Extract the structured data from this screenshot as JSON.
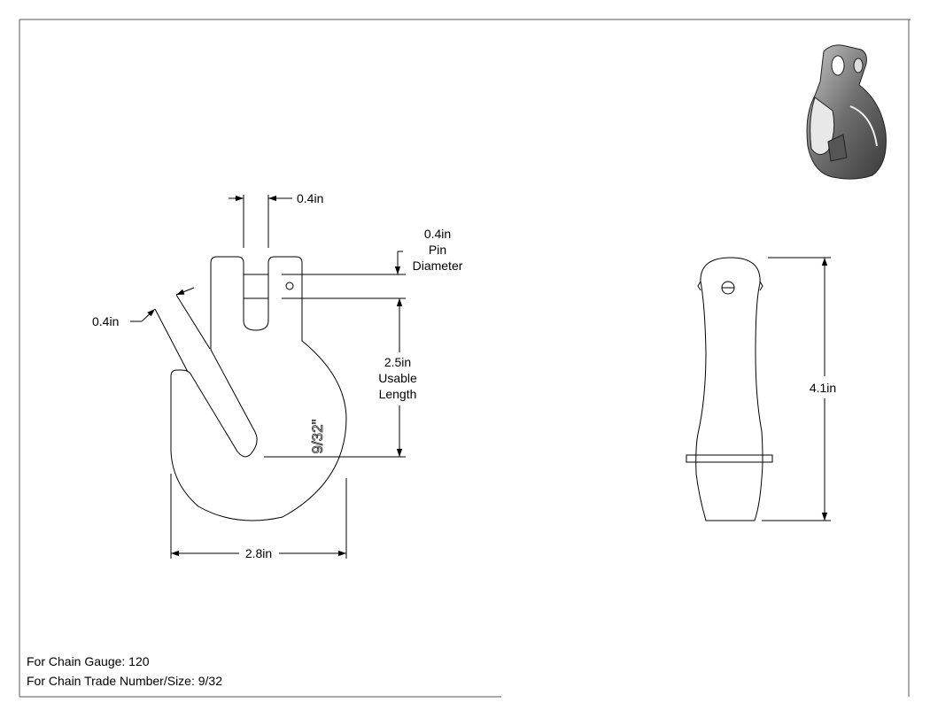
{
  "dimensions": {
    "slot_width": "0.4in",
    "pin_diameter": {
      "value": "0.4in",
      "line1": "Pin",
      "line2": "Diameter"
    },
    "usable_length": {
      "value": "2.5in",
      "line1": "Usable",
      "line2": "Length"
    },
    "throat_width": "0.4in",
    "overall_width": "2.8in",
    "overall_height": "4.1in"
  },
  "engraving": "9/32\"",
  "notes": {
    "gauge": "For Chain Gauge: 120",
    "trade_size": "For Chain Trade Number/Size: 9/32"
  },
  "colors": {
    "line": "#000000",
    "border": "#555555",
    "part_shade": "#7d7d7d"
  }
}
